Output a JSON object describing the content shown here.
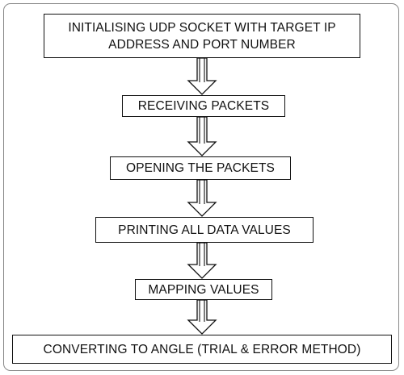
{
  "flowchart": {
    "steps": [
      {
        "lines": [
          "INITIALISING UDP SOCKET WITH TARGET IP",
          "ADDRESS AND PORT NUMBER"
        ]
      },
      {
        "lines": [
          "RECEIVING PACKETS"
        ]
      },
      {
        "lines": [
          "OPENING THE PACKETS"
        ]
      },
      {
        "lines": [
          "PRINTING ALL DATA VALUES"
        ]
      },
      {
        "lines": [
          "MAPPING VALUES"
        ]
      },
      {
        "lines": [
          "CONVERTING TO ANGLE (TRIAL & ERROR METHOD)"
        ]
      }
    ]
  }
}
